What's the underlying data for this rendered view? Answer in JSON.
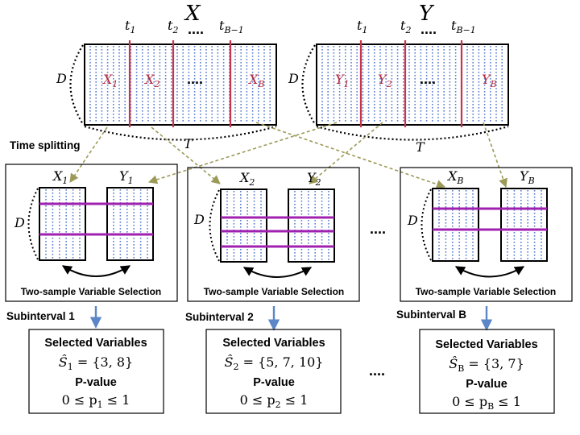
{
  "top": {
    "x_title": "X",
    "y_title": "Y",
    "d_label": "D",
    "t_label": "T",
    "dots": "....",
    "ticks": [
      {
        "main": "t",
        "sub": "1"
      },
      {
        "main": "t",
        "sub": "2"
      },
      {
        "main": "t",
        "sub": "B−1"
      }
    ],
    "x_segments": [
      {
        "main": "X",
        "sub": "1"
      },
      {
        "main": "X",
        "sub": "2"
      },
      {
        "main": "X",
        "sub": "B"
      }
    ],
    "y_segments": [
      {
        "main": "Y",
        "sub": "1"
      },
      {
        "main": "Y",
        "sub": "2"
      },
      {
        "main": "Y",
        "sub": "B"
      }
    ]
  },
  "time_splitting_label": "Time splitting",
  "panels": [
    {
      "x": {
        "main": "X",
        "sub": "1"
      },
      "y": {
        "main": "Y",
        "sub": "1"
      },
      "subinterval": "Subinterval 1"
    },
    {
      "x": {
        "main": "X",
        "sub": "2"
      },
      "y": {
        "main": "Y",
        "sub": "2"
      },
      "subinterval": "Subinterval 2"
    },
    {
      "x": {
        "main": "X",
        "sub": "B"
      },
      "y": {
        "main": "Y",
        "sub": "B"
      },
      "subinterval": "Subinterval B"
    }
  ],
  "panel_caption": "Two-sample Variable Selection",
  "panel_d_label": "D",
  "between_dots": "....",
  "results": [
    {
      "title": "Selected Variables",
      "s_sub": "1",
      "set": " = {3, 8}",
      "pvalue_label": "P-value",
      "p_pre": "0 ≤ p",
      "p_sub": "1",
      "p_post": " ≤ 1"
    },
    {
      "title": "Selected Variables",
      "s_sub": "2",
      "set": " = {5, 7, 10}",
      "pvalue_label": "P-value",
      "p_pre": "0 ≤ p",
      "p_sub": "2",
      "p_post": " ≤ 1"
    },
    {
      "title": "Selected Variables",
      "s_sub": "B",
      "set": " = {3, 7}",
      "pvalue_label": "P-value",
      "p_pre": "0 ≤ p",
      "p_sub": "B",
      "p_post": " ≤ 1"
    }
  ],
  "s_hat": "Ŝ",
  "colors": {
    "split_line": "#c8344c",
    "dotted": "#5a7fd0",
    "selection_bar": "#a020b0",
    "arrow_dashed": "#9c9a58",
    "down_arrow": "#5b86c8",
    "segment_label": "#b0283c"
  }
}
